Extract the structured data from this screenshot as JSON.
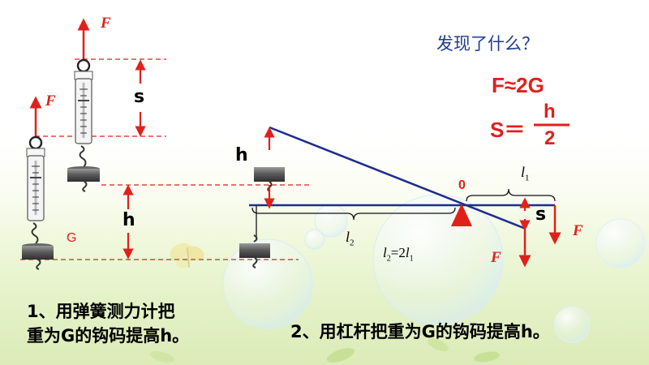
{
  "question": "发现了什么？",
  "formula1": "F≈2G",
  "formula2_left": "S＝",
  "formula2_num": "h",
  "formula2_den": "2",
  "spring": {
    "force_label_top": "F",
    "force_label_left": "F",
    "s_label": "s",
    "h_label": "h",
    "g_label": "G",
    "caption_line1": "1、用弹簧测力计把",
    "caption_line2": "重为G的钩码提高h。"
  },
  "lever": {
    "h_label": "h",
    "pivot_label": "0",
    "l1_label": "l",
    "l1_sub": "1",
    "l2_label": "l",
    "l2_sub": "2",
    "relation_a": "l",
    "relation_a_sub": "2",
    "relation_mid": "=2",
    "relation_b": "l",
    "relation_b_sub": "1",
    "s_label": "s",
    "f_label_right": "F",
    "f_label_left": "F",
    "caption": "2、用杠杆把重为G的钩码提高h。"
  },
  "colors": {
    "red": "#e0201b",
    "blue": "#1d2d8c",
    "question_blue": "#1f3a8f"
  }
}
